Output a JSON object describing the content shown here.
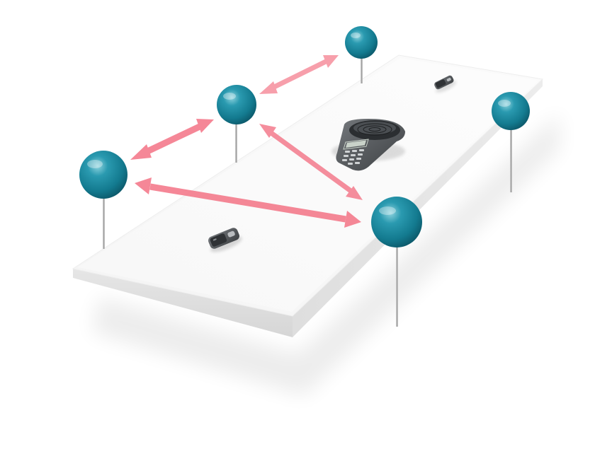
{
  "illustration": {
    "subject": "conference-table-with-speakerphone-and-wireless-microphones",
    "colors": {
      "background": "#ffffff",
      "table_top": "#f8f8f8",
      "table_edge": "#e3e3e3",
      "pin_head": "#157f95",
      "pin_highlight": "#ffffff",
      "pin_needle": "#b9b9b9",
      "arrow": "#f47b8c",
      "device_body": "#5a5d61",
      "device_face": "#2f3235",
      "device_screen": "#c9d2c9"
    },
    "icons": {
      "speakerphone": "conference-speakerphone-icon",
      "microphone": "wireless-microphone-icon",
      "pin": "map-pin-icon",
      "link": "double-headed-arrow-icon"
    },
    "pin_count": 5,
    "microphone_count": 2,
    "speakerphone_count": 1,
    "link_count": 4
  }
}
